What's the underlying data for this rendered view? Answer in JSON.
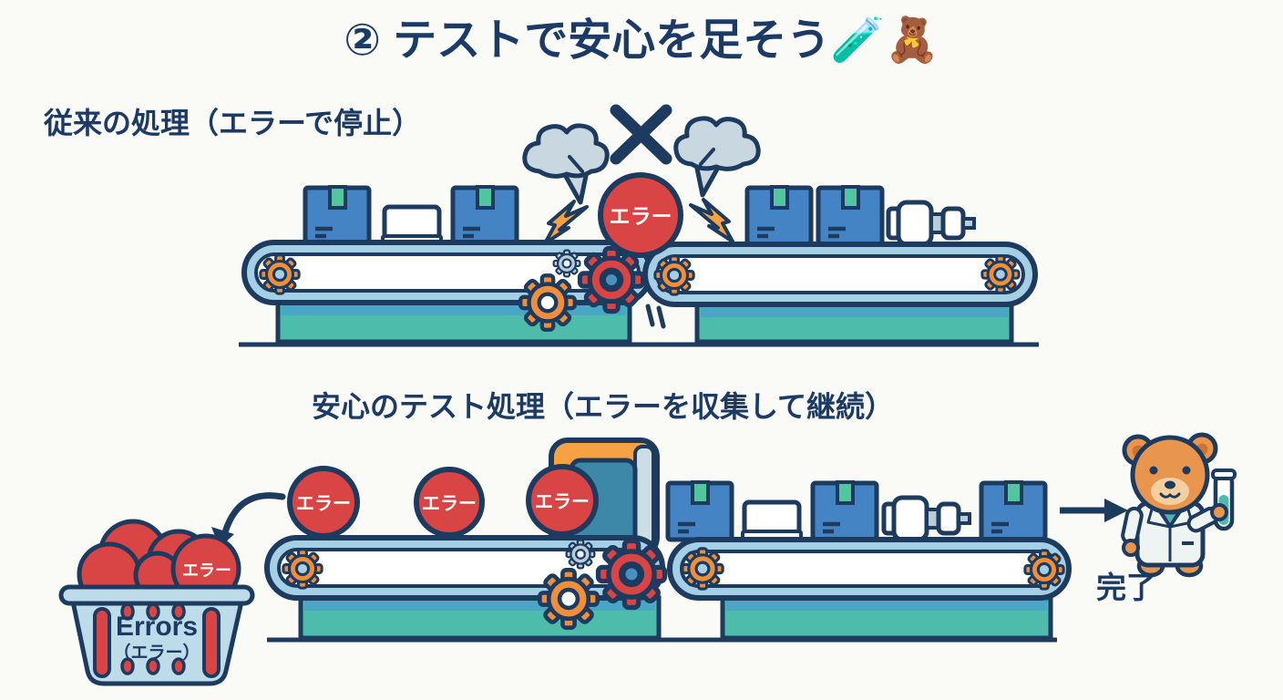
{
  "title": "② テストで安心を足そう🧪🧸",
  "sections": {
    "before": {
      "label": "従来の処理（エラーで停止）",
      "error_ball_label": "エラー"
    },
    "after": {
      "label": "安心のテスト処理（エラーを収集して継続）",
      "belt_error_labels": [
        "エラー",
        "エラー",
        "エラー"
      ],
      "basket": {
        "top_ball_label": "エラー",
        "title": "Errors",
        "subtitle": "（エラー）"
      },
      "done_label": "完了"
    }
  },
  "icons": {
    "failure_mark": "x-mark",
    "divert_arrow": "curved-arrow-down-left",
    "complete_arrow": "arrow-right"
  },
  "colors": {
    "navy_outline": "#1d3a5f",
    "text_navy": "#1b3a66",
    "error_red": "#d94444",
    "gear_orange": "#ef8f3b",
    "gate_orange": "#f5a144",
    "belt_blue": "#a5cfe4",
    "box_blue": "#4484c4",
    "tape_teal": "#52c79f",
    "base_teal": "#4dbcab",
    "base_stripe_blue": "#49a6c4",
    "smoke_gray": "#c9d8e0",
    "gate_panel_blue": "#3d87a8",
    "basket_blue": "#bedbe9",
    "bear_orange": "#e8964e",
    "coat_white": "#eef4f2",
    "liquid_teal": "#4dbcab",
    "background": "#fafaf6"
  }
}
